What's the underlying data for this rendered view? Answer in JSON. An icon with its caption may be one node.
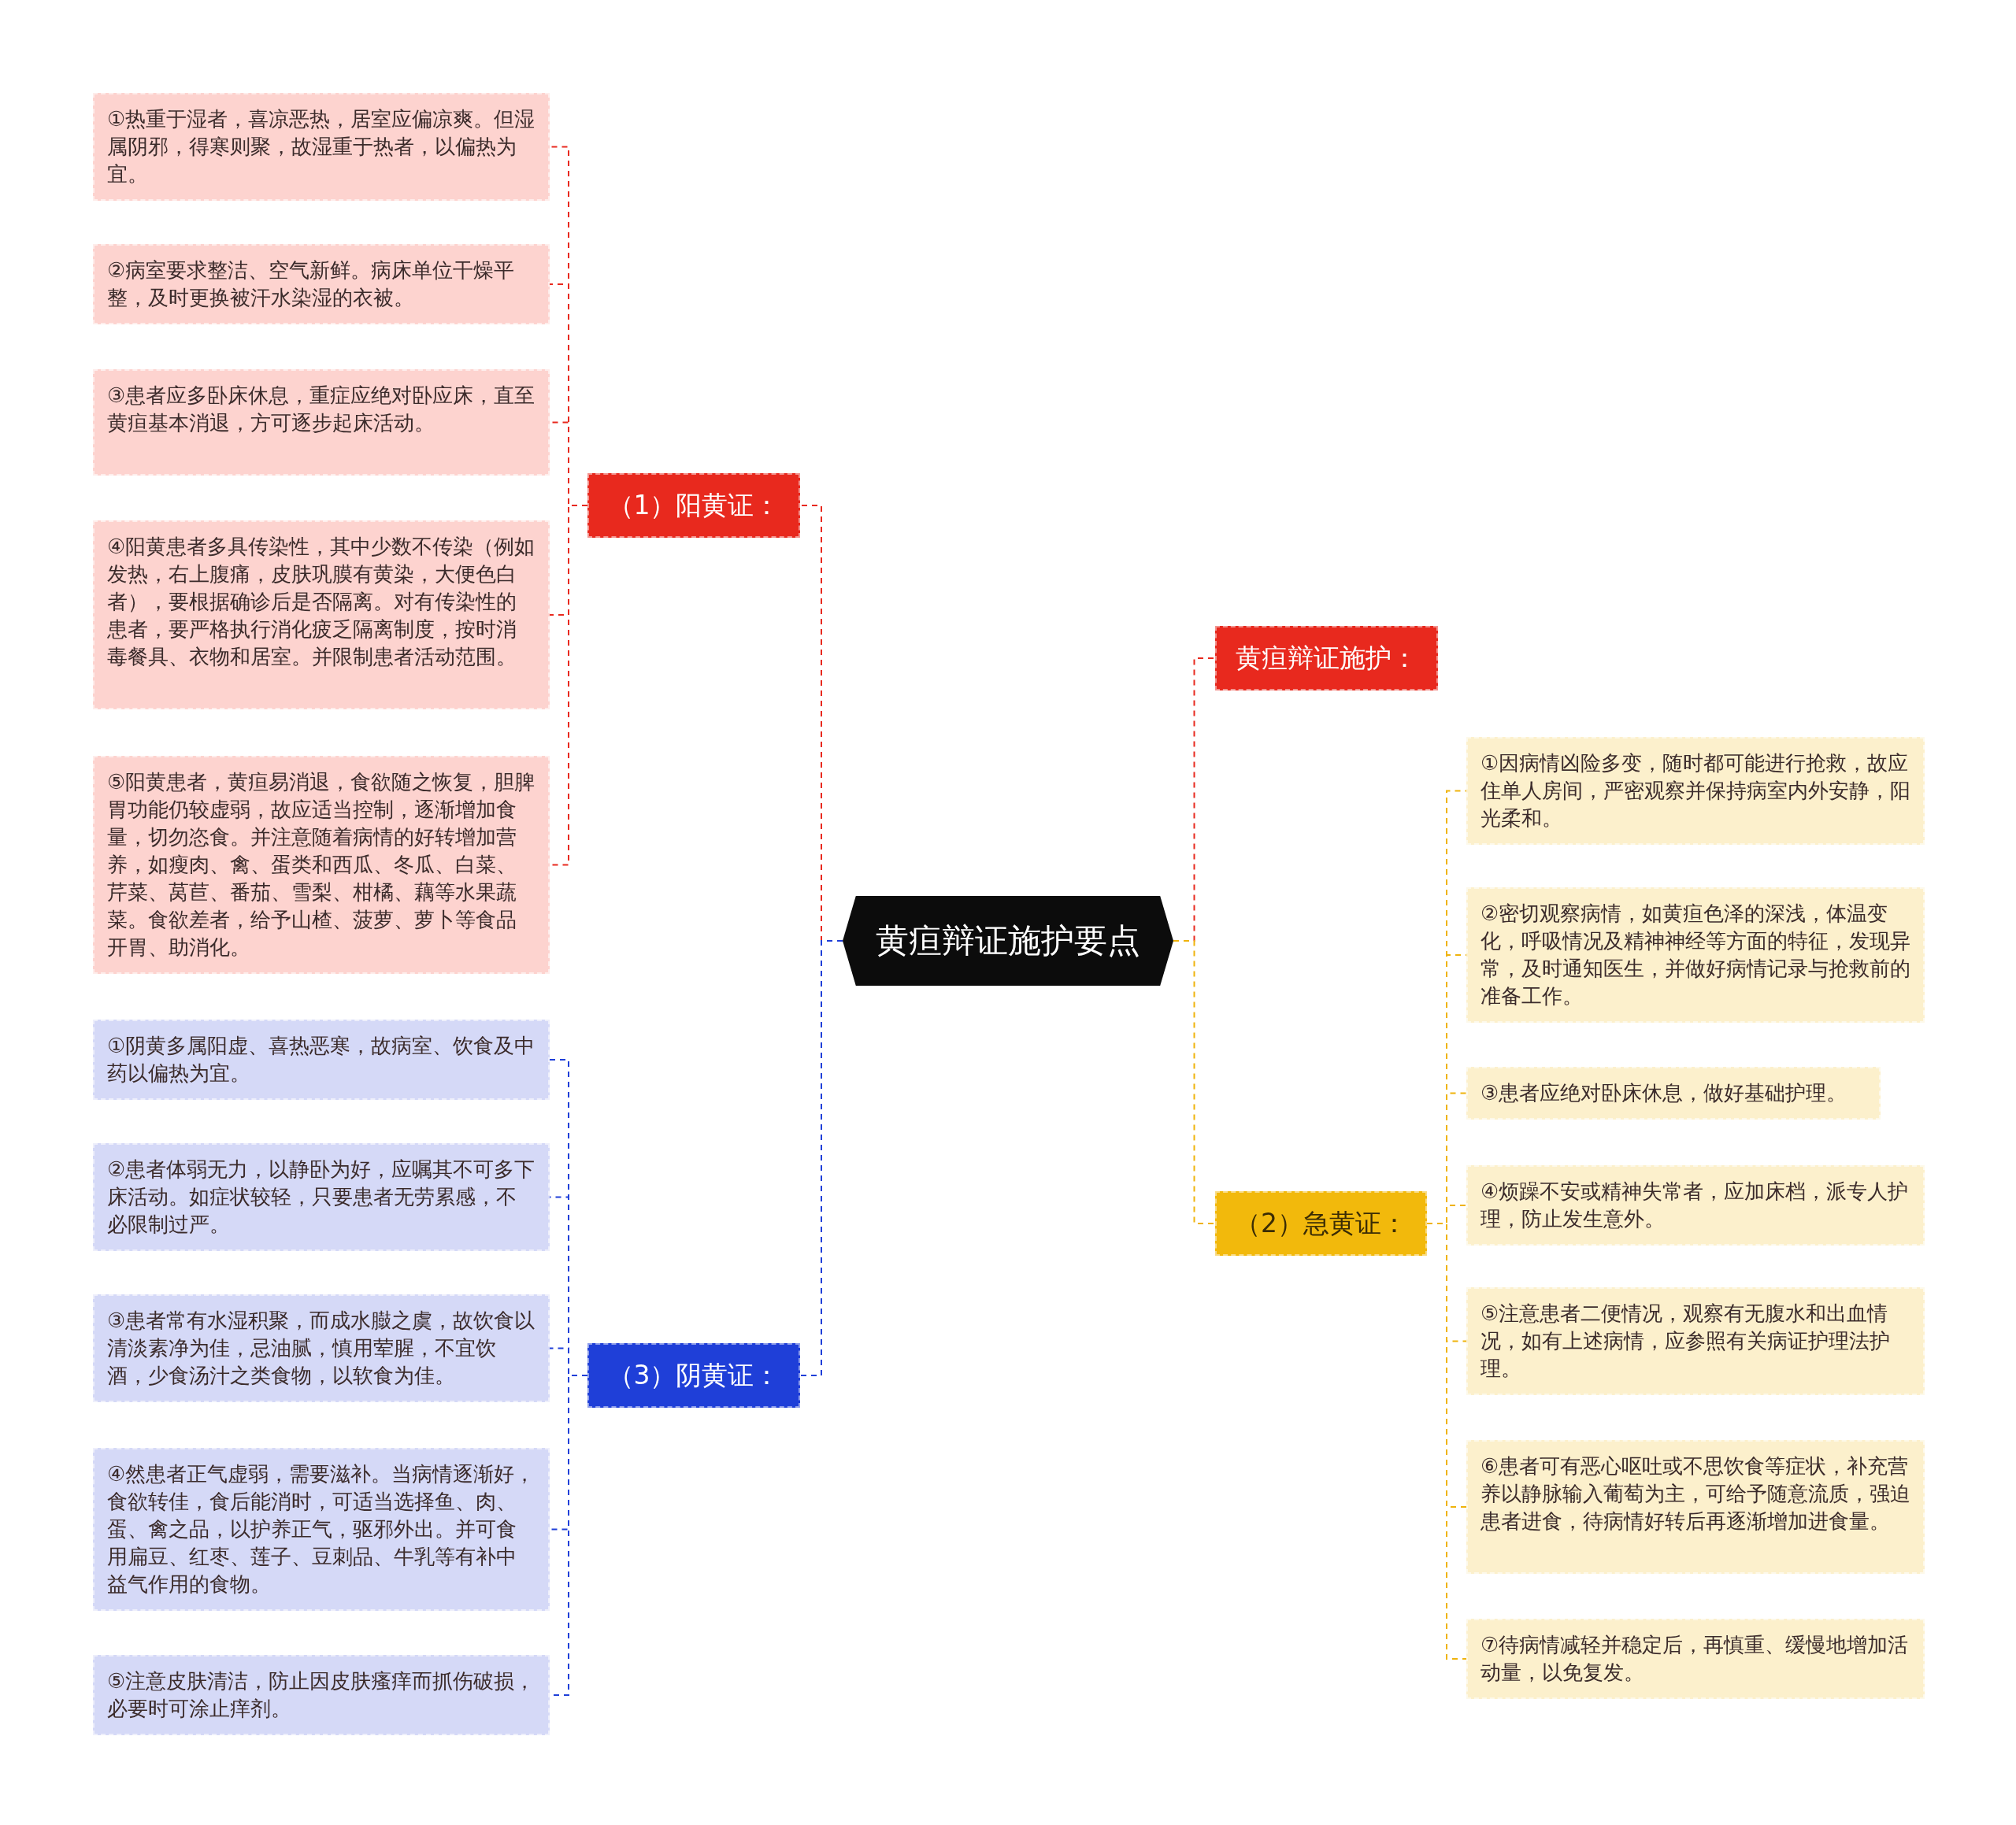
{
  "diagram": {
    "nodes": [
      {
        "text": [
          "黄疸辩证施护要点"
        ]
      },
      {
        "text": [
          "（1）阳黄证："
        ]
      },
      {
        "text": [
          "①热重于湿者，喜凉恶热，居室应偏凉爽。但湿属阴邪，得寒则聚，故湿重于热者，以偏热为宜。"
        ]
      },
      {
        "text": [
          "②病室要求整洁、空气新鲜。病床单位干燥平整，及时更换被汗水染湿的衣被。"
        ]
      },
      {
        "text": [
          "③患者应多卧床休息，重症应绝对卧应床，直至黄疸基本消退，方可逐步起床活动。"
        ]
      },
      {
        "text": [
          "④阳黄患者多具传染性，其中少数不传染（例如发热，右上腹痛，皮肤巩膜有黄染，大便色白者），要根据确诊后是否隔离。对有传染性的患者，要严格执行消化疲乏隔离制度，按时消毒餐具、衣物和居室。并限制患者活动范围。"
        ]
      },
      {
        "text": [
          "⑤阳黄患者，黄疸易消退，食欲随之恢复，胆脾胃功能仍较虚弱，故应适当控制，逐渐增加食量，切勿恣食。并注意随着病情的好转增加营养，如瘦肉、禽、蛋类和西瓜、冬瓜、白菜、芹菜、莴苣、番茄、雪梨、柑橘、藕等水果蔬菜。食欲差者，给予山楂、菠萝、萝卜等食品开胃、助消化。"
        ]
      },
      {
        "text": [
          "（3）阴黄证："
        ]
      },
      {
        "text": [
          "①阴黄多属阳虚、喜热恶寒，故病室、饮食及中药以偏热为宜。"
        ]
      },
      {
        "text": [
          "②患者体弱无力，以静卧为好，应嘱其不可多下床活动。如症状较轻，只要患者无劳累感，不必限制过严。"
        ]
      },
      {
        "text": [
          "③患者常有水湿积聚，而成水臌之虞，故饮食以清淡素净为佳，忌油腻，慎用荤腥，不宜饮酒，少食汤汁之类食物，以软食为佳。"
        ]
      },
      {
        "text": [
          "④然患者正气虚弱，需要滋补。当病情逐渐好，食欲转佳，食后能消时，可适当选择鱼、肉、蛋、禽之品，以护养正气，驱邪外出。并可食用扁豆、红枣、莲子、豆刺品、牛乳等有补中益气作用的食物。"
        ]
      },
      {
        "text": [
          "⑤注意皮肤清洁，防止因皮肤瘙痒而抓伤破损，必要时可涂止痒剂。"
        ]
      },
      {
        "text": [
          "黄疸辩证施护："
        ]
      },
      {
        "text": [
          "（2）急黄证："
        ]
      },
      {
        "text": [
          "①因病情凶险多变，随时都可能进行抢救，故应住单人房间，严密观察并保持病室内外安静，阳光柔和。"
        ]
      },
      {
        "text": [
          "②密切观察病情，如黄疸色泽的深浅，体温变化，呼吸情况及精神神经等方面的特征，发现异常，及时通知医生，并做好病情记录与抢救前的准备工作。"
        ]
      },
      {
        "text": [
          "③患者应绝对卧床休息，做好基础护理。"
        ]
      },
      {
        "text": [
          "④烦躁不安或精神失常者，应加床档，派专人护理，防止发生意外。"
        ]
      },
      {
        "text": [
          "⑤注意患者二便情况，观察有无腹水和出血情况，如有上述病情，应参照有关病证护理法护理。"
        ]
      },
      {
        "text": [
          "⑥患者可有恶心呕吐或不思饮食等症状，补充营养以静脉输入葡萄为主，可给予随意流质，强迫患者进食，待病情好转后再逐渐增加进食量。"
        ]
      },
      {
        "text": [
          "⑦待病情减轻并稳定后，再慎重、缓慢地增加活动量，以免复发。"
        ]
      }
    ],
    "edges": [
      {
        "from": 0,
        "to": 1,
        "arrow": "none",
        "style": "dashed",
        "color": "#e8291e"
      },
      {
        "from": 1,
        "to": 2,
        "arrow": "none",
        "style": "dashed",
        "color": "#e8291e"
      },
      {
        "from": 1,
        "to": 3,
        "arrow": "none",
        "style": "dashed",
        "color": "#e8291e"
      },
      {
        "from": 1,
        "to": 4,
        "arrow": "none",
        "style": "dashed",
        "color": "#e8291e"
      },
      {
        "from": 1,
        "to": 5,
        "arrow": "none",
        "style": "dashed",
        "color": "#e8291e"
      },
      {
        "from": 1,
        "to": 6,
        "arrow": "none",
        "style": "dashed",
        "color": "#e8291e"
      },
      {
        "from": 0,
        "to": 7,
        "arrow": "none",
        "style": "dashed",
        "color": "#1f3fd8"
      },
      {
        "from": 7,
        "to": 8,
        "arrow": "none",
        "style": "dashed",
        "color": "#1f3fd8"
      },
      {
        "from": 7,
        "to": 9,
        "arrow": "none",
        "style": "dashed",
        "color": "#1f3fd8"
      },
      {
        "from": 7,
        "to": 10,
        "arrow": "none",
        "style": "dashed",
        "color": "#1f3fd8"
      },
      {
        "from": 7,
        "to": 11,
        "arrow": "none",
        "style": "dashed",
        "color": "#1f3fd8"
      },
      {
        "from": 7,
        "to": 12,
        "arrow": "none",
        "style": "dashed",
        "color": "#1f3fd8"
      },
      {
        "from": 0,
        "to": 13,
        "arrow": "none",
        "style": "dashed",
        "color": "#e8291e"
      },
      {
        "from": 0,
        "to": 14,
        "arrow": "none",
        "style": "dashed",
        "color": "#efb30c"
      },
      {
        "from": 14,
        "to": 15,
        "arrow": "none",
        "style": "dashed",
        "color": "#efb30c"
      },
      {
        "from": 14,
        "to": 16,
        "arrow": "none",
        "style": "dashed",
        "color": "#efb30c"
      },
      {
        "from": 14,
        "to": 17,
        "arrow": "none",
        "style": "dashed",
        "color": "#efb30c"
      },
      {
        "from": 14,
        "to": 18,
        "arrow": "none",
        "style": "dashed",
        "color": "#efb30c"
      },
      {
        "from": 14,
        "to": 19,
        "arrow": "none",
        "style": "dashed",
        "color": "#efb30c"
      },
      {
        "from": 14,
        "to": 20,
        "arrow": "none",
        "style": "dashed",
        "color": "#efb30c"
      },
      {
        "from": 14,
        "to": 21,
        "arrow": "none",
        "style": "dashed",
        "color": "#efb30c"
      }
    ]
  }
}
